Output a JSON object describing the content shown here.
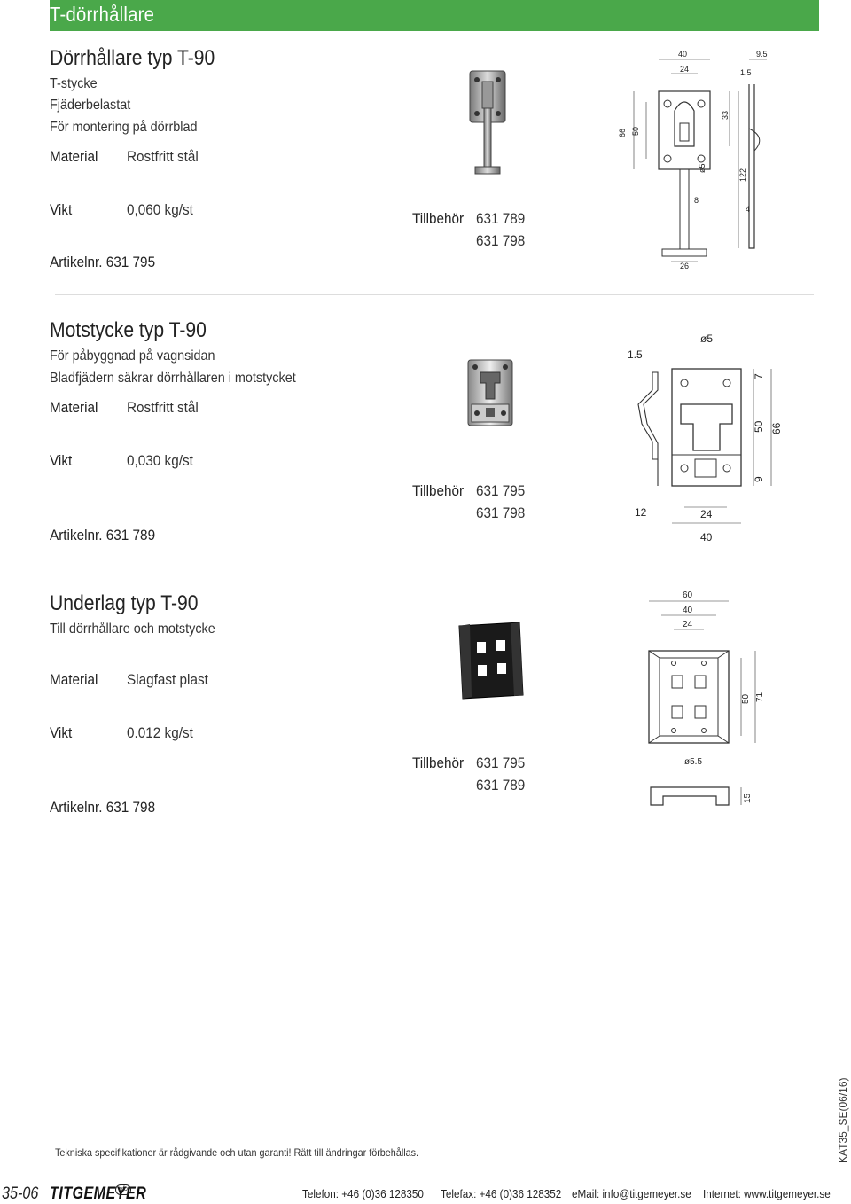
{
  "header": {
    "title": "T-dörrhållare",
    "accent_color": "#4aa84a"
  },
  "products": [
    {
      "title": "Dörrhållare typ T-90",
      "lines": [
        "T-stycke",
        "Fjäderbelastat",
        "För montering på dörrblad"
      ],
      "material_label": "Material",
      "material": "Rostfritt stål",
      "weight_label": "Vikt",
      "weight": "0,060 kg/st",
      "accessories_label": "Tillbehör",
      "accessories": [
        "631 789",
        "631 798"
      ],
      "article": "Artikelnr. 631 795",
      "photo_icon": "t-door-holder-photo",
      "drawing_icon": "t-door-holder-drawing",
      "dims": [
        "40",
        "24",
        "9.5",
        "1.5",
        "66",
        "50",
        "33",
        "ø5",
        "122",
        "8",
        "4",
        "26"
      ]
    },
    {
      "title": "Motstycke typ T-90",
      "lines": [
        "För påbyggnad på vagnsidan",
        "Bladfjädern säkrar dörrhållaren i motstycket"
      ],
      "material_label": "Material",
      "material": "Rostfritt stål",
      "weight_label": "Vikt",
      "weight": "0,030 kg/st",
      "accessories_label": "Tillbehör",
      "accessories": [
        "631 795",
        "631 798"
      ],
      "article": "Artikelnr. 631 789",
      "photo_icon": "counterpart-photo",
      "drawing_icon": "counterpart-drawing",
      "dims": [
        "1.5",
        "ø5",
        "7",
        "50",
        "66",
        "9",
        "12",
        "24",
        "40"
      ]
    },
    {
      "title": "Underlag typ T-90",
      "lines": [
        "Till dörrhållare och motstycke"
      ],
      "material_label": "Material",
      "material": "Slagfast plast",
      "weight_label": "Vikt",
      "weight": "0.012 kg/st",
      "accessories_label": "Tillbehör",
      "accessories": [
        "631 795",
        "631 789"
      ],
      "article": "Artikelnr. 631 798",
      "photo_icon": "base-plate-photo",
      "drawing_icon": "base-plate-drawing",
      "dims": [
        "60",
        "40",
        "24",
        "50",
        "71",
        "ø5.5",
        "15"
      ]
    }
  ],
  "footer": {
    "note": "Tekniska specifikationer är rådgivande och utan garanti! Rätt till ändringar förbehållas.",
    "doc_code": "KAT35_SE(06/16)",
    "page": "35-06",
    "brand": "TITGEMEYER",
    "brand_mark": "afo",
    "phone": "Telefon: +46 (0)36 128350",
    "fax": "Telefax: +46 (0)36 128352",
    "email": "eMail: info@titgemeyer.se",
    "web": "Internet: www.titgemeyer.se"
  }
}
